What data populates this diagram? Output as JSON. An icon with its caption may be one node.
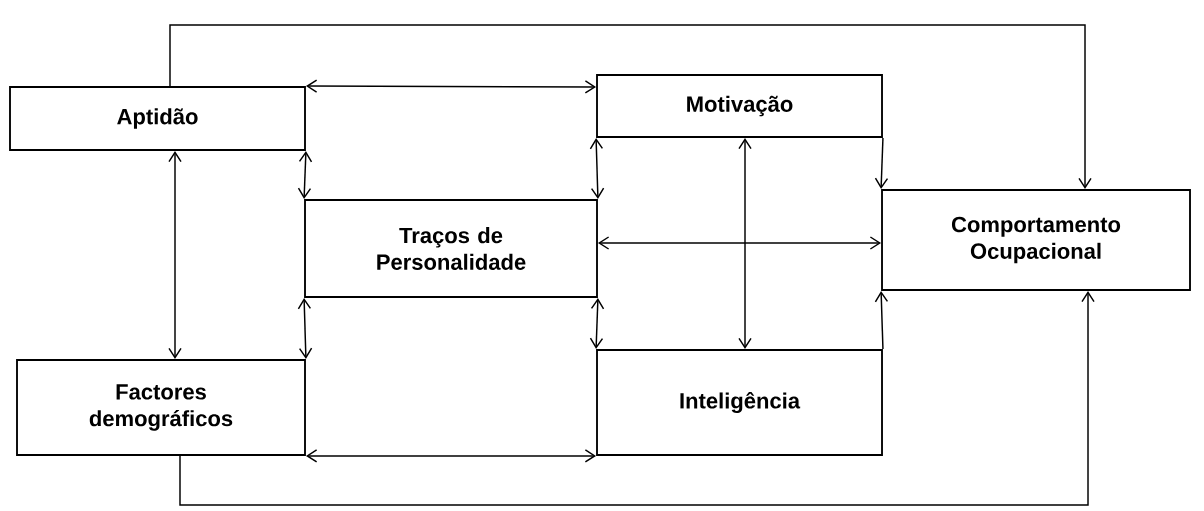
{
  "diagram": {
    "nodes": [
      {
        "text": [
          "Aptidão"
        ]
      },
      {
        "text": [
          "Motivação"
        ]
      },
      {
        "text": [
          "Traços de Personalidade"
        ]
      },
      {
        "text": [
          "Comportamento Ocupacional"
        ]
      },
      {
        "text": [
          "Factores demográficos"
        ]
      },
      {
        "text": [
          "Inteligência"
        ]
      }
    ],
    "edges": [
      {
        "from": 0,
        "to": 1,
        "arrow": "both"
      },
      {
        "from": 0,
        "to": 2,
        "arrow": "both"
      },
      {
        "from": 0,
        "to": 4,
        "arrow": "both"
      },
      {
        "from": 0,
        "to": 3,
        "arrow": "to"
      },
      {
        "from": 1,
        "to": 2,
        "arrow": "both"
      },
      {
        "from": 1,
        "to": 3,
        "arrow": "to"
      },
      {
        "from": 1,
        "to": 5,
        "arrow": "both"
      },
      {
        "from": 2,
        "to": 3,
        "arrow": "both"
      },
      {
        "from": 2,
        "to": 4,
        "arrow": "both"
      },
      {
        "from": 2,
        "to": 5,
        "arrow": "both"
      },
      {
        "from": 4,
        "to": 5,
        "arrow": "both"
      },
      {
        "from": 4,
        "to": 3,
        "arrow": "to"
      },
      {
        "from": 5,
        "to": 3,
        "arrow": "to"
      }
    ]
  }
}
